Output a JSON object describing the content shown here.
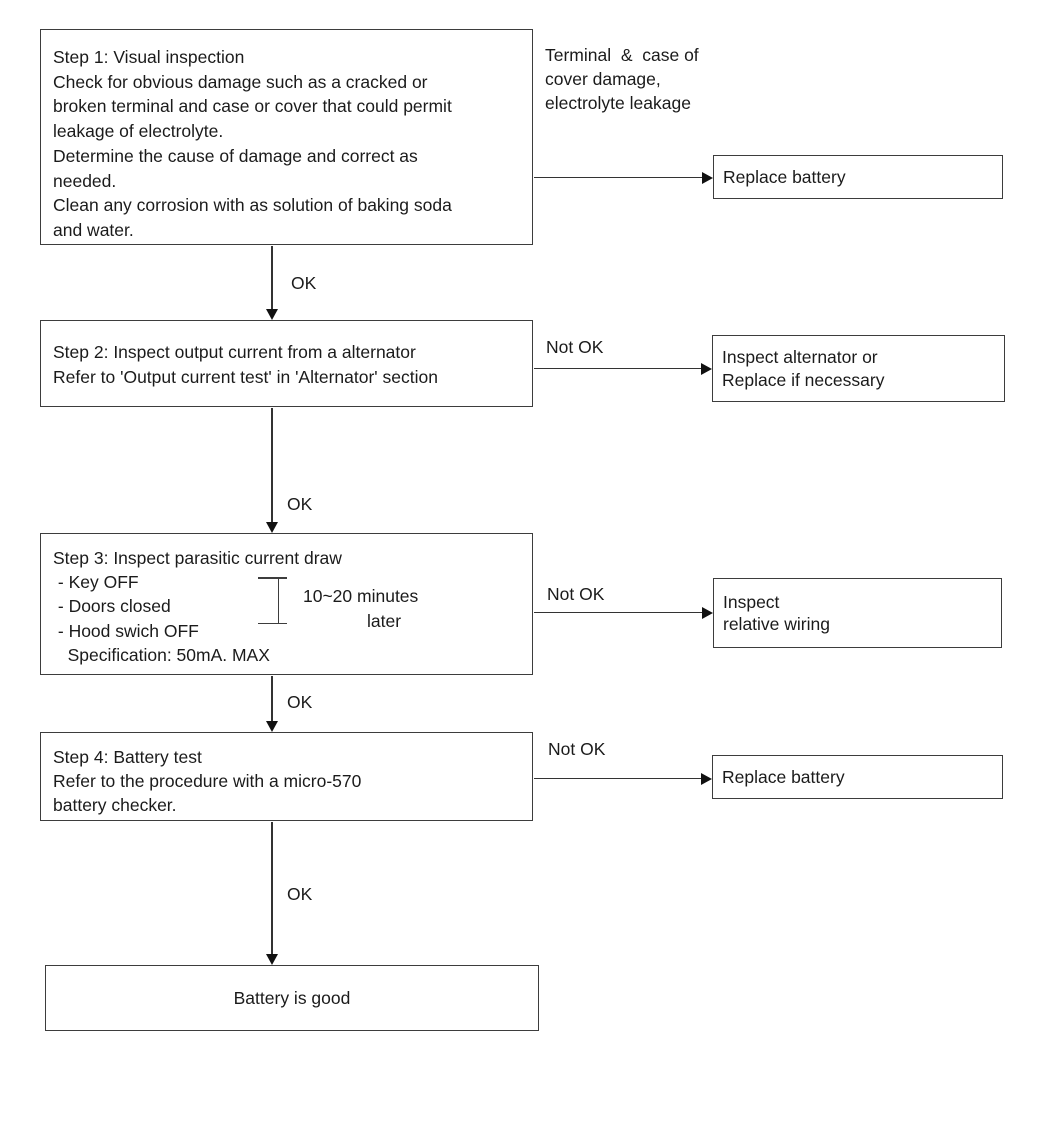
{
  "labels": {
    "ok": "OK",
    "not_ok": "Not OK"
  },
  "steps": {
    "step1": {
      "body": "Step 1: Visual inspection\nCheck for obvious damage such as a cracked or\nbroken terminal and case or cover that could permit\nleakage of electrolyte.\nDetermine the cause of damage and correct as\nneeded.\nClean any corrosion with as solution of baking soda\nand water.",
      "condition_note": "Terminal  &  case of\ncover damage,\nelectrolyte leakage",
      "action": "Replace battery"
    },
    "step2": {
      "body": "Step 2: Inspect output current from a alternator\nRefer to 'Output current test' in 'Alternator' section",
      "action": "Inspect alternator or\nReplace if necessary"
    },
    "step3": {
      "body": "Step 3: Inspect parasitic current draw\n - Key OFF\n - Doors closed\n - Hood swich OFF\n   Specification: 50mA. MAX",
      "timing_line1": "10~20 minutes",
      "timing_line2": "later",
      "action": "Inspect\nrelative wiring"
    },
    "step4": {
      "body": "Step 4: Battery test\nRefer to the procedure with a micro-570\nbattery checker.",
      "action": "Replace battery"
    },
    "result": "Battery is good"
  }
}
